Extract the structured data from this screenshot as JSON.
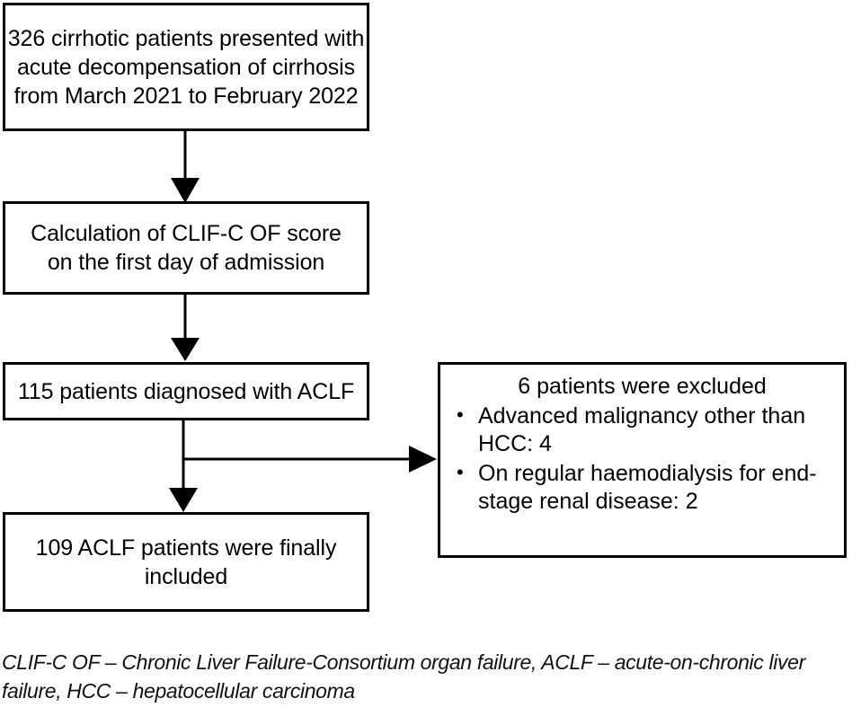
{
  "figure": {
    "type": "flowchart",
    "orientation": "vertical-with-right-branch",
    "colors": {
      "border": "#000000",
      "background": "#ffffff",
      "text": "#000000",
      "connector": "#000000"
    }
  },
  "nodes": {
    "cohort": {
      "id": "box-cohort",
      "lines": [
        "326 cirrhotic patients presented with",
        "acute decompensation of cirrhosis",
        "from March 2021 to February 2022"
      ],
      "count": 326
    },
    "score": {
      "id": "box-score",
      "lines": [
        "Calculation of CLIF-C OF score",
        "on the first day of admission"
      ]
    },
    "aclf": {
      "id": "box-aclf",
      "lines": [
        "115 patients diagnosed with ACLF"
      ],
      "count": 115
    },
    "included": {
      "id": "box-included",
      "lines": [
        "109 ACLF patients were finally",
        "included"
      ],
      "count": 109
    },
    "excluded": {
      "id": "box-excluded",
      "title": "6 patients were excluded",
      "count": 6,
      "items": [
        {
          "label": "Advanced malignancy other than HCC: 4",
          "value": 4
        },
        {
          "label": "On regular haemodialysis for end-stage renal disease: 2",
          "value": 2
        }
      ]
    }
  },
  "connectors": [
    {
      "name": "cohort-to-score",
      "from": "cohort",
      "to": "score",
      "direction": "down",
      "arrowhead": true
    },
    {
      "name": "score-to-aclf",
      "from": "score",
      "to": "aclf",
      "direction": "down",
      "arrowhead": true
    },
    {
      "name": "aclf-to-included",
      "from": "aclf",
      "to": "included",
      "direction": "down",
      "arrowhead": true
    },
    {
      "name": "aclf-to-excluded",
      "from": "aclf",
      "to": "excluded",
      "direction": "right",
      "arrowhead": true
    }
  ],
  "caption": {
    "lines": [
      "CLIF-C OF – Chronic Liver Failure-Consortium organ failure, ACLF – acute-on-chronic liver",
      "failure, HCC – hepatocellular carcinoma"
    ],
    "abbreviations": [
      {
        "term": "CLIF-C OF",
        "definition": "Chronic Liver Failure-Consortium organ failure"
      },
      {
        "term": "ACLF",
        "definition": "acute-on-chronic liver failure"
      },
      {
        "term": "HCC",
        "definition": "hepatocellular carcinoma"
      }
    ]
  }
}
